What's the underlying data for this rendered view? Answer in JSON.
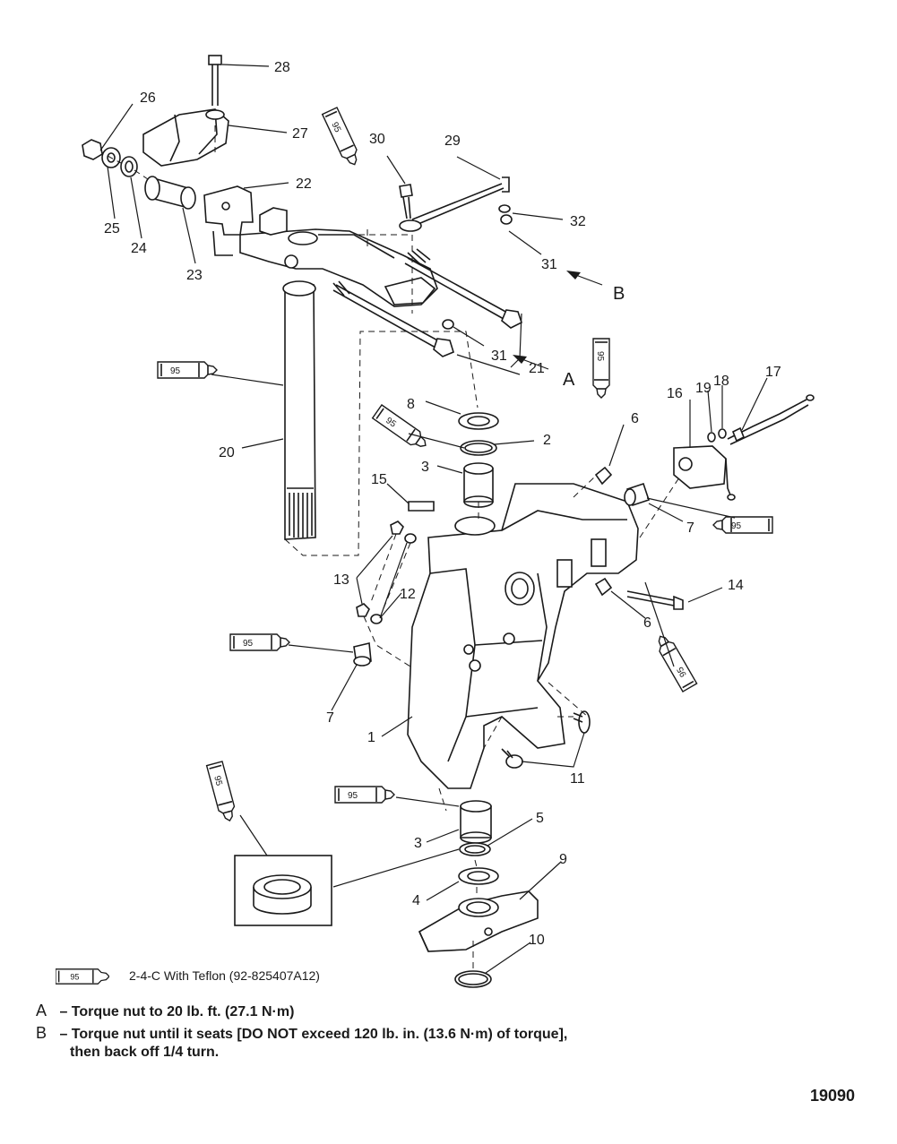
{
  "callouts": {
    "c1": "1",
    "c2": "2",
    "c3a": "3",
    "c3b": "3",
    "c4": "4",
    "c5": "5",
    "c6a": "6",
    "c6b": "6",
    "c7a": "7",
    "c7b": "7",
    "c8": "8",
    "c9": "9",
    "c10": "10",
    "c11": "11",
    "c12": "12",
    "c13": "13",
    "c14": "14",
    "c15": "15",
    "c16": "16",
    "c17": "17",
    "c18": "18",
    "c19": "19",
    "c20": "20",
    "c21": "21",
    "c22": "22",
    "c23": "23",
    "c24": "24",
    "c25": "25",
    "c26": "26",
    "c27": "27",
    "c28": "28",
    "c29": "29",
    "c30": "30",
    "c31a": "31",
    "c31b": "31",
    "c32": "32",
    "arrowA": "A",
    "arrowB": "B"
  },
  "tube_label": "95",
  "legend": {
    "tube_label": "95",
    "text": "2-4-C  With Teflon (92-825407A12)"
  },
  "notes": [
    {
      "letter": "A",
      "text": "– Torque nut to 20 lb. ft. (27.1 N·m)"
    },
    {
      "letter": "B",
      "text": "– Torque nut until it seats [DO NOT exceed 120 lb. in. (13.6 N·m) of torque],",
      "cont": "then back off 1/4 turn."
    }
  ],
  "figure_id": "19090"
}
